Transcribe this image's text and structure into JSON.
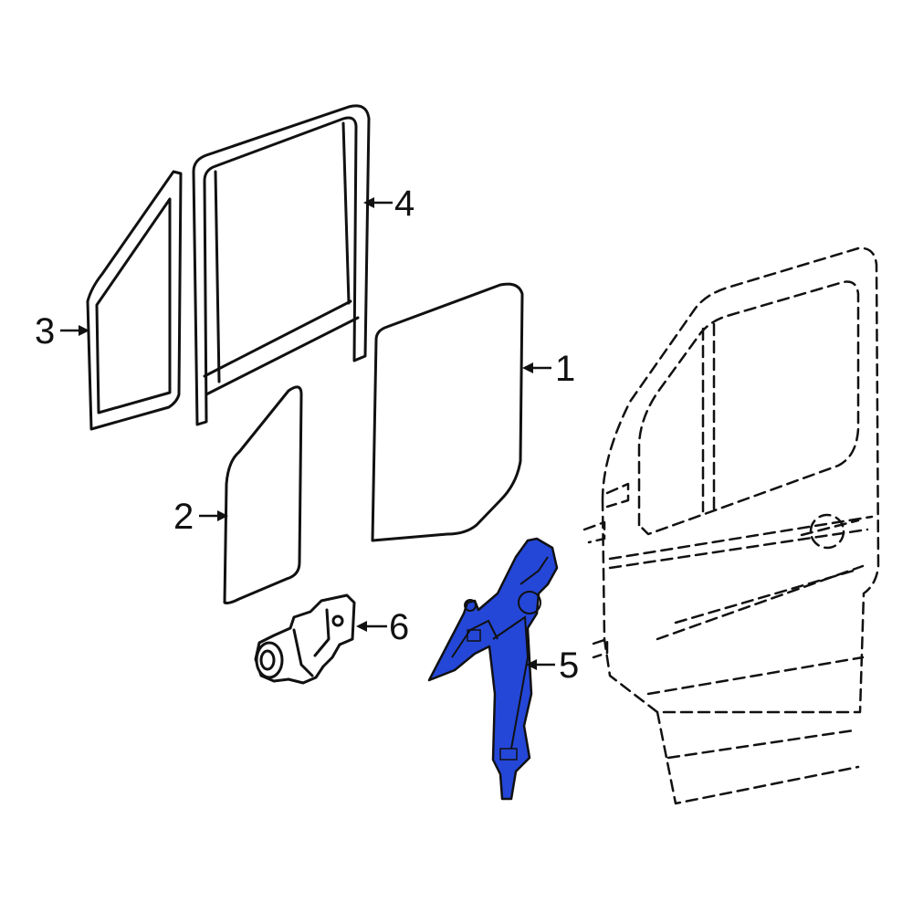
{
  "diagram": {
    "highlight_color": "#2447d8",
    "callouts": [
      {
        "id": "callout-1",
        "label": "1"
      },
      {
        "id": "callout-2",
        "label": "2"
      },
      {
        "id": "callout-3",
        "label": "3"
      },
      {
        "id": "callout-4",
        "label": "4"
      },
      {
        "id": "callout-5",
        "label": "5"
      },
      {
        "id": "callout-6",
        "label": "6"
      }
    ]
  }
}
